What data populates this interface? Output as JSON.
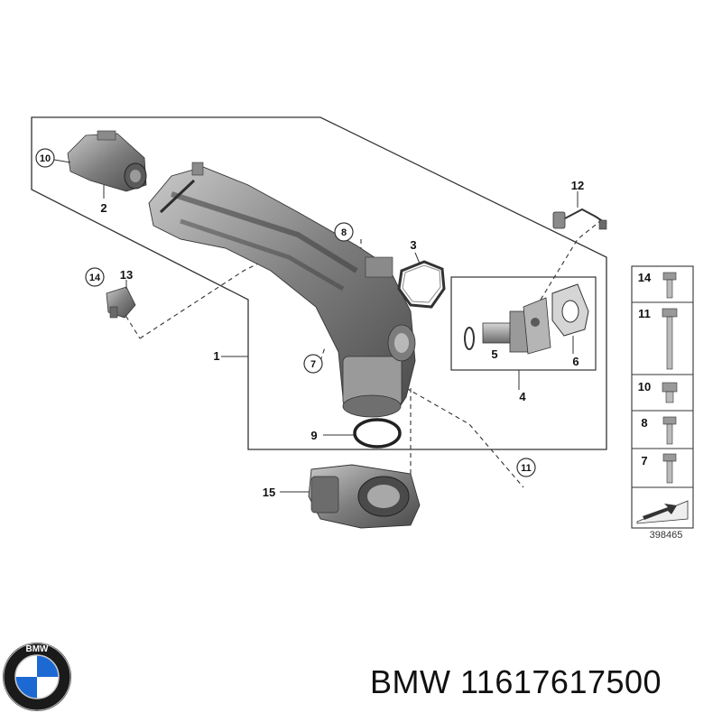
{
  "diagram": {
    "callouts": {
      "c1": "1",
      "c2": "2",
      "c3": "3",
      "c4": "4",
      "c5": "5",
      "c6": "6",
      "c7": "7",
      "c8": "8",
      "c9": "9",
      "c10": "10",
      "c11": "11",
      "c12": "12",
      "c13": "13",
      "c14": "14",
      "c15": "15"
    },
    "hardware_panel": {
      "rows": [
        "14",
        "11",
        "10",
        "8",
        "7"
      ]
    },
    "reference_number": "398465"
  },
  "caption": {
    "brand": "BMW",
    "part_number": "11617617500",
    "logo_letters": "BMW"
  },
  "colors": {
    "line": "#222222",
    "part_dark": "#4a4a4a",
    "part_mid": "#8a8a8a",
    "part_light": "#bdbdbd",
    "bmw_blue": "#1c69d4"
  }
}
